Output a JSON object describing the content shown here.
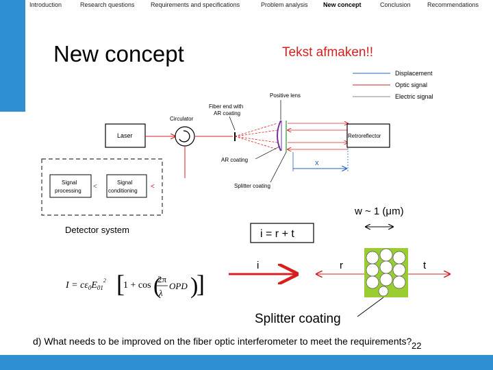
{
  "nav": {
    "items": [
      {
        "label": "Introduction",
        "active": false
      },
      {
        "label": "Research questions",
        "active": false
      },
      {
        "label": "Requirements and specifications",
        "active": false
      },
      {
        "label": "Problem analysis",
        "active": false
      },
      {
        "label": "New concept",
        "active": true
      },
      {
        "label": "Conclusion",
        "active": false
      },
      {
        "label": "Recommendations",
        "active": false
      }
    ]
  },
  "slide": {
    "title": "New concept",
    "note": "Tekst afmaken!!",
    "caption": "d) What needs to be improved on the fiber optic interferometer to meet the requirements?",
    "page_number": "22"
  },
  "diagram": {
    "legend": [
      "Displacement",
      "Optic signal",
      "Electric signal"
    ],
    "labels": {
      "laser": "Laser",
      "circulator": "Circulator",
      "fiber_end": "Fiber end with",
      "fiber_end2": "AR coating",
      "positive_lens": "Positive lens",
      "retroreflector": "Retroreflector",
      "ar_coating": "AR coating",
      "splitter_coating_small": "Splitter coating",
      "x": "x",
      "signal_processing_1": "Signal",
      "signal_processing_2": "processing",
      "signal_conditioning_1": "Signal",
      "signal_conditioning_2": "conditioning",
      "detector_system": "Detector system",
      "width": "w ~ 1 (μm)",
      "equation": "i = r + t",
      "i": "i",
      "r": "r",
      "t": "t",
      "splitter_coating": "Splitter coating"
    },
    "colors": {
      "accent_blue": "#2f8fd0",
      "optic_red": "#d62020",
      "displacement_blue": "#2060c0",
      "coating_green": "#9acd32"
    }
  }
}
